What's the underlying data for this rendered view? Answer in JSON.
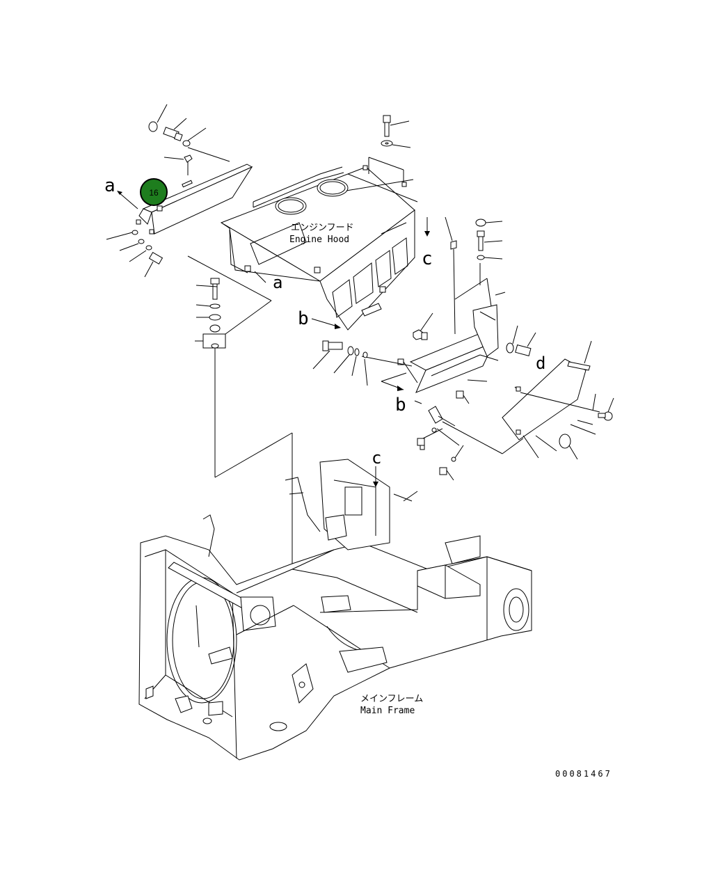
{
  "labels": {
    "engine_hood_jp": "エンジンフード",
    "engine_hood_en": "Engine Hood",
    "main_frame_jp": "メインフレーム",
    "main_frame_en": "Main Frame",
    "drawing_number": "00081467"
  },
  "view_letters": {
    "a_top": "a",
    "a_hood": "a",
    "b_hood": "b",
    "b_cover": "b",
    "c_hood": "c",
    "c_frame": "c",
    "d_bracket": "d"
  },
  "callout": {
    "number": "16",
    "fill": "#1e7d1e",
    "stroke": "#000000",
    "text_color": "#ffffff"
  },
  "colors": {
    "line": "#000000",
    "background": "#ffffff"
  }
}
